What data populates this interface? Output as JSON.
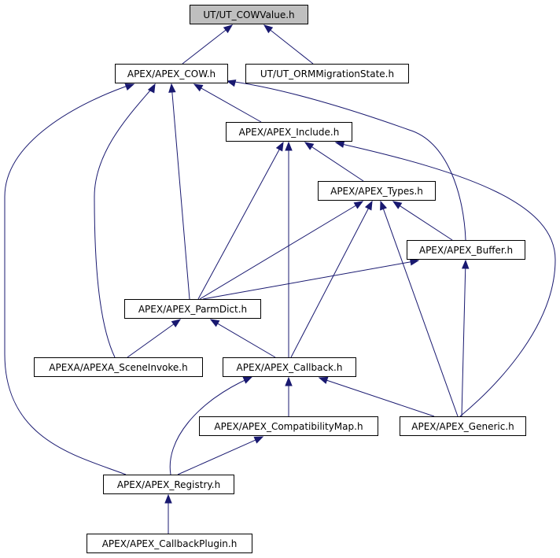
{
  "title": "UT/UT_COWValue.h",
  "colors": {
    "edge": "#191970",
    "root_fill": "#bfbfbf",
    "node_fill": "#ffffff",
    "node_border": "#000000"
  },
  "nodes": [
    {
      "id": "cowvalue",
      "label": "UT/UT_COWValue.h",
      "root": true
    },
    {
      "id": "cow",
      "label": "APEX/APEX_COW.h"
    },
    {
      "id": "orm",
      "label": "UT/UT_ORMMigrationState.h"
    },
    {
      "id": "include",
      "label": "APEX/APEX_Include.h"
    },
    {
      "id": "types",
      "label": "APEX/APEX_Types.h"
    },
    {
      "id": "buffer",
      "label": "APEX/APEX_Buffer.h"
    },
    {
      "id": "parmdict",
      "label": "APEX/APEX_ParmDict.h"
    },
    {
      "id": "sceneinvoke",
      "label": "APEXA/APEXA_SceneInvoke.h"
    },
    {
      "id": "callback",
      "label": "APEX/APEX_Callback.h"
    },
    {
      "id": "compat",
      "label": "APEX/APEX_CompatibilityMap.h"
    },
    {
      "id": "generic",
      "label": "APEX/APEX_Generic.h"
    },
    {
      "id": "registry",
      "label": "APEX/APEX_Registry.h"
    },
    {
      "id": "cbplugin",
      "label": "APEX/APEX_CallbackPlugin.h"
    }
  ],
  "edges": [
    {
      "from": "cow",
      "to": "cowvalue"
    },
    {
      "from": "orm",
      "to": "cowvalue"
    },
    {
      "from": "include",
      "to": "cow"
    },
    {
      "from": "buffer",
      "to": "cow"
    },
    {
      "from": "parmdict",
      "to": "cow"
    },
    {
      "from": "sceneinvoke",
      "to": "cow"
    },
    {
      "from": "registry",
      "to": "cow"
    },
    {
      "from": "types",
      "to": "include"
    },
    {
      "from": "parmdict",
      "to": "include"
    },
    {
      "from": "callback",
      "to": "include"
    },
    {
      "from": "generic",
      "to": "include"
    },
    {
      "from": "buffer",
      "to": "types"
    },
    {
      "from": "parmdict",
      "to": "types"
    },
    {
      "from": "callback",
      "to": "types"
    },
    {
      "from": "generic",
      "to": "types"
    },
    {
      "from": "parmdict",
      "to": "buffer"
    },
    {
      "from": "generic",
      "to": "buffer"
    },
    {
      "from": "sceneinvoke",
      "to": "parmdict"
    },
    {
      "from": "callback",
      "to": "parmdict"
    },
    {
      "from": "compat",
      "to": "callback"
    },
    {
      "from": "generic",
      "to": "callback"
    },
    {
      "from": "registry",
      "to": "callback"
    },
    {
      "from": "registry",
      "to": "compat"
    },
    {
      "from": "cbplugin",
      "to": "registry"
    }
  ]
}
